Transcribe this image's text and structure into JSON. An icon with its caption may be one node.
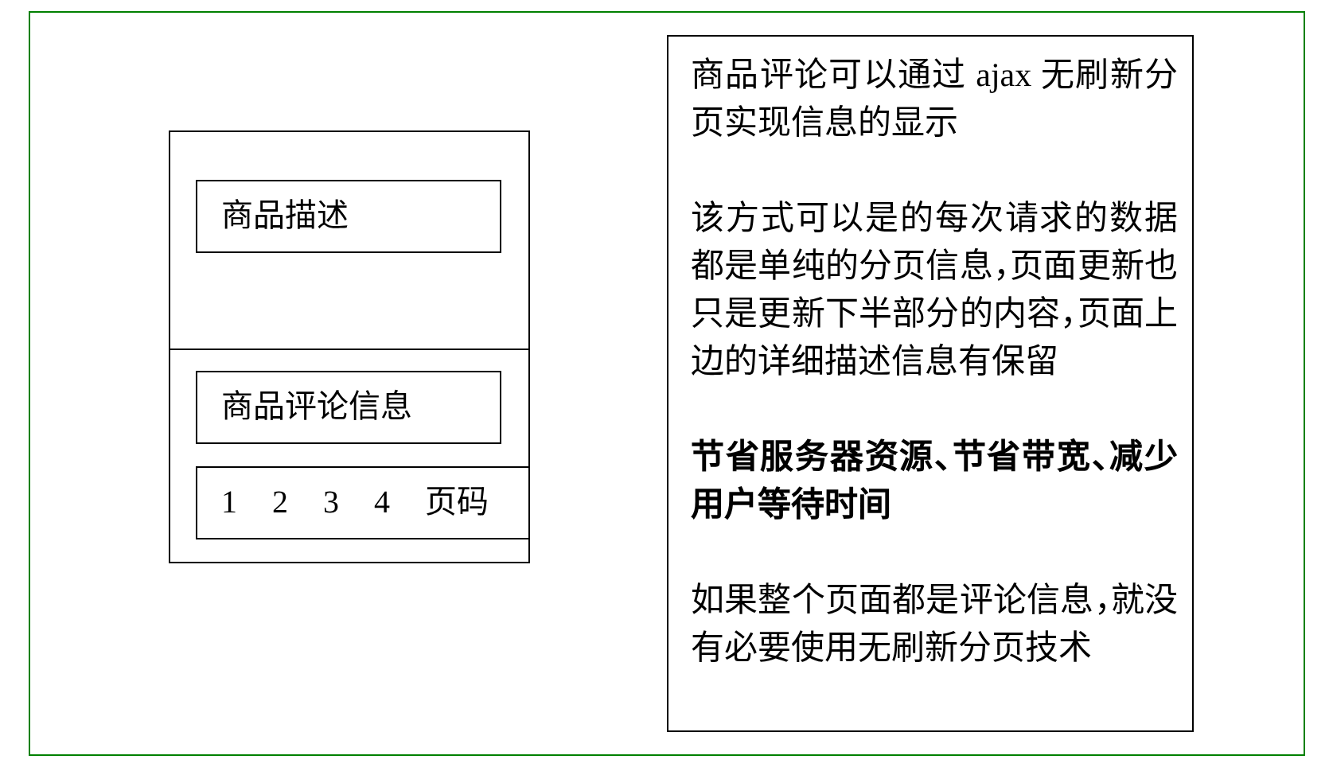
{
  "diagram": {
    "nodes": [
      {
        "text": [],
        "shape": "box"
      },
      {
        "text": [
          "商品描述"
        ],
        "in": 0
      },
      {
        "text": [
          "商品评论信息"
        ],
        "in": 0
      },
      {
        "text": [
          "1 2 3 4 页码"
        ],
        "in": 0
      },
      {
        "text": [
          "商品评论可以通过 ajax 无刷新分页实现信息的显示",
          "该方式可以是的每次请求的数据都是单纯的分页信息，页面更新也只是更新下半部分的内容，页面上边的详细描述信息有保留",
          "节省服务器资源、节省带宽、减少用户等待时间",
          "如果整个页面都是评论信息，就没有必要使用无刷新分页技术"
        ]
      }
    ]
  }
}
